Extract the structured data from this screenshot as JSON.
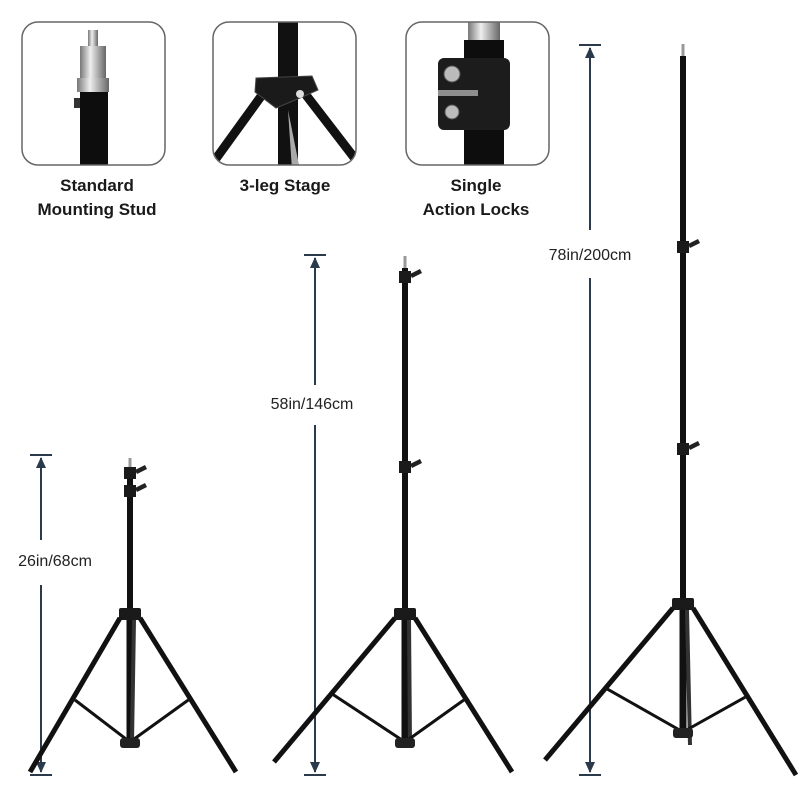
{
  "features": [
    {
      "line1": "Standard",
      "line2": "Mounting Stud",
      "icon": "mounting-stud"
    },
    {
      "line1": "3-leg Stage",
      "line2": "",
      "icon": "leg-hub"
    },
    {
      "line1": "Single",
      "line2": "Action Locks",
      "icon": "action-lock"
    }
  ],
  "dimensions": {
    "min": "26in/68cm",
    "mid": "58in/146cm",
    "max": "78in/200cm"
  },
  "colors": {
    "arrow": "#2b3a4a",
    "metal": "#111111",
    "box_border": "#666666"
  }
}
